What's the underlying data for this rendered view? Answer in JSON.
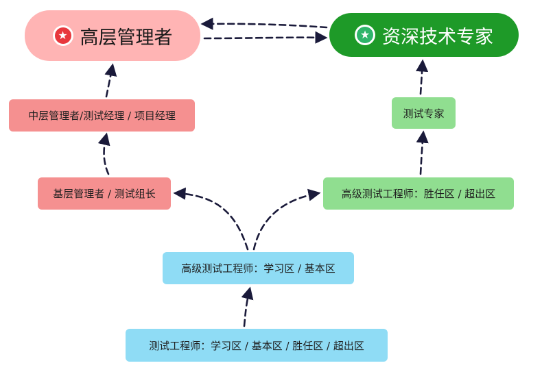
{
  "colors": {
    "senior_mgmt_bg": "#ffb4b4",
    "senior_mgmt_star": "#e8383d",
    "expert_bg": "#1e9a28",
    "expert_star": "#2fb56b",
    "mgmt_bg": "#f59090",
    "expert_track_bg": "#90de90",
    "engineer_bg": "#8fdcf5",
    "arrow": "#1a1a3a"
  },
  "nodes": {
    "senior_mgmt": {
      "label": "高层管理者",
      "icon": "star-icon"
    },
    "senior_expert": {
      "label": "资深技术专家",
      "icon": "star-icon"
    },
    "middle_mgmt": {
      "label": "中层管理者/测试经理 / 项目经理"
    },
    "test_expert": {
      "label": "测试专家"
    },
    "grassroots_mgmt": {
      "label": "基层管理者 / 测试组长"
    },
    "senior_engineer_adv": {
      "label": "高级测试工程师：胜任区 / 超出区"
    },
    "senior_engineer_basic": {
      "label": "高级测试工程师：学习区 / 基本区"
    },
    "test_engineer": {
      "label": "测试工程师：学习区 / 基本区 / 胜任区 / 超出区"
    }
  },
  "edges": [
    {
      "from": "test_engineer",
      "to": "senior_engineer_basic"
    },
    {
      "from": "senior_engineer_basic",
      "to": "grassroots_mgmt"
    },
    {
      "from": "senior_engineer_basic",
      "to": "senior_engineer_adv"
    },
    {
      "from": "grassroots_mgmt",
      "to": "middle_mgmt"
    },
    {
      "from": "middle_mgmt",
      "to": "senior_mgmt"
    },
    {
      "from": "senior_engineer_adv",
      "to": "test_expert"
    },
    {
      "from": "test_expert",
      "to": "senior_expert"
    },
    {
      "from": "senior_mgmt",
      "to": "senior_expert"
    },
    {
      "from": "senior_expert",
      "to": "senior_mgmt"
    }
  ]
}
